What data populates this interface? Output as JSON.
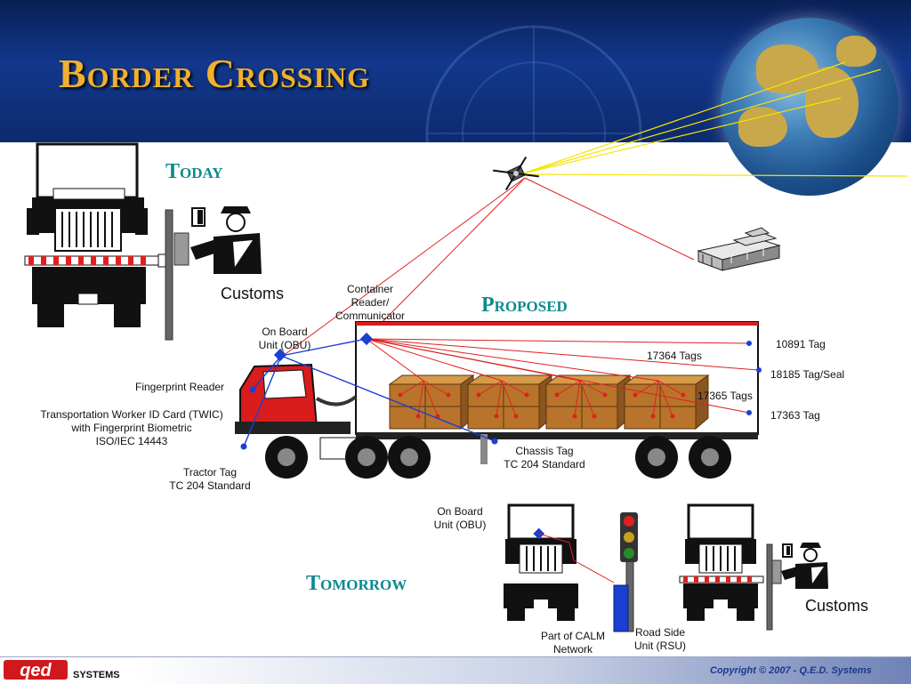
{
  "slide": {
    "title": "Border Crossing",
    "sections": {
      "today": "Today",
      "proposed": "Proposed",
      "tomorrow": "Tomorrow"
    }
  },
  "labels": {
    "customs_today": "Customs",
    "container_reader": "Container\nReader/\nCommunicator",
    "obu_proposed": "On Board\nUnit (OBU)",
    "fingerprint_reader": "Fingerprint Reader",
    "twic": "Transportation Worker ID Card (TWIC)\nwith Fingerprint Biometric\nISO/IEC 14443",
    "tractor_tag": "Tractor Tag\nTC 204 Standard",
    "chassis_tag": "Chassis Tag\nTC 204 Standard",
    "tags_17364": "17364 Tags",
    "tags_17365": "17365 Tags",
    "tag_10891": "10891 Tag",
    "tag_18185": "18185 Tag/Seal",
    "tag_17363": "17363 Tag",
    "obu_tomorrow": "On Board\nUnit (OBU)",
    "calm_network": "Part of CALM\nNetwork",
    "rsu": "Road Side\nUnit (RSU)",
    "customs_tomorrow": "Customs"
  },
  "footer": {
    "logo_text": "qed",
    "systems": "SYSTEMS",
    "copyright": "Copyright © 2007 - Q.E.D. Systems"
  },
  "colors": {
    "title": "#f0b030",
    "heading": "#0c8a8f",
    "cab": "#d91c1c",
    "tag_blue": "#1a3fd1",
    "link_red": "#e02020",
    "sat_link": "#f5e400",
    "cargo": "#b8742a"
  }
}
